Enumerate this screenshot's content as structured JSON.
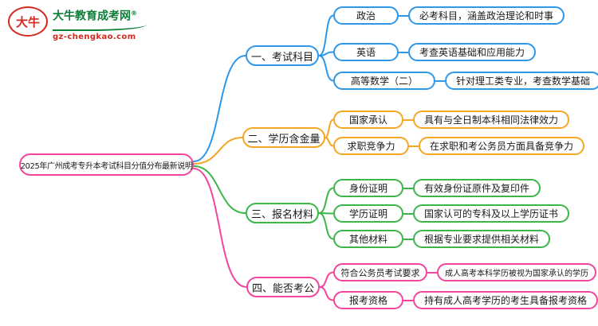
{
  "logo": {
    "mark": "大牛",
    "site_name": "大牛教育成考网",
    "reg": "®",
    "site_url": "gz-chengkao.com",
    "brand_red": "#d5281e",
    "brand_green": "#0c7d36"
  },
  "root": {
    "label": "2025年广州成考专升本考试科目分值分布最新说明",
    "color": "#f2459b"
  },
  "branches": [
    {
      "label": "一、考试科目",
      "color": "#2e97e8",
      "children": [
        {
          "label": "政治",
          "desc": "必考科目，涵盖政治理论和时事"
        },
        {
          "label": "英语",
          "desc": "考查英语基础和应用能力"
        },
        {
          "label": "高等数学（二）",
          "desc": "针对理工类专业，考查数学基础"
        }
      ]
    },
    {
      "label": "二、学历含金量",
      "color": "#f5a623",
      "children": [
        {
          "label": "国家承认",
          "desc": "具有与全日制本科相同法律效力"
        },
        {
          "label": "求职竞争力",
          "desc": "在求职和考公务员方面具备竞争力"
        }
      ]
    },
    {
      "label": "三、报名材料",
      "color": "#3cb54a",
      "children": [
        {
          "label": "身份证明",
          "desc": "有效身份证原件及复印件"
        },
        {
          "label": "学历证明",
          "desc": "国家认可的专科及以上学历证书"
        },
        {
          "label": "其他材料",
          "desc": "根据专业要求提供相关材料"
        }
      ]
    },
    {
      "label": "四、能否考公",
      "color": "#f2459b",
      "children": [
        {
          "label": "符合公务员考试要求",
          "desc": "成人高考本科学历被视为国家承认的学历"
        },
        {
          "label": "报考资格",
          "desc": "持有成人高考学历的考生具备报考资格"
        }
      ]
    }
  ]
}
